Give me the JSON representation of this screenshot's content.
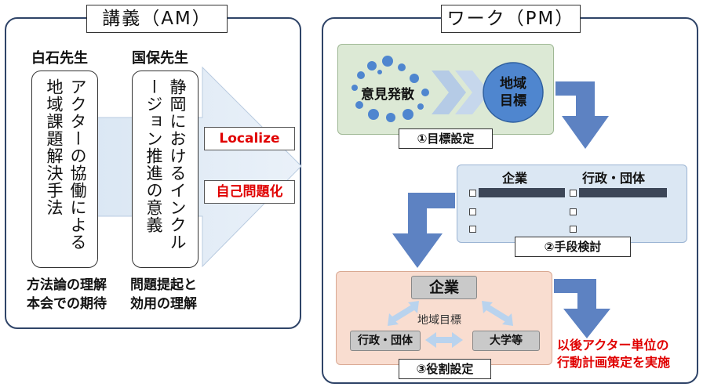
{
  "lecture": {
    "title": "講義（AM）",
    "teacher_left": "白石先生",
    "teacher_right": "国保先生",
    "box_left_text": "アクターの協働による地域課題解決手法",
    "box_right_text": "静岡におけるインクルージョン推進の意義",
    "bottom_left": "方法論の理解\n本会での期待",
    "bottom_right": "問題提起と\n効用の理解",
    "keyword_1": "Localize",
    "keyword_2": "自己問題化"
  },
  "work": {
    "title": "ワーク（PM）",
    "step1": {
      "left_label": "意見発散",
      "circle_label": "地域\n目標",
      "caption": "①目標設定"
    },
    "step2": {
      "col1": "企業",
      "col2": "行政・団体",
      "caption": "②手段検討"
    },
    "step3": {
      "top": "企業",
      "center": "地域目標",
      "left": "行政・団体",
      "right": "大学等",
      "caption": "③役割設定"
    },
    "conclusion": "以後アクター単位の\n行動計画策定を実施"
  },
  "colors": {
    "frame": "#2f4468",
    "arrow_blue": "#5d82c2",
    "step1_bg": "#dce9d5",
    "step2_bg": "#dbe7f3",
    "step3_bg": "#f9ddd0",
    "accent_red": "#e00000"
  }
}
